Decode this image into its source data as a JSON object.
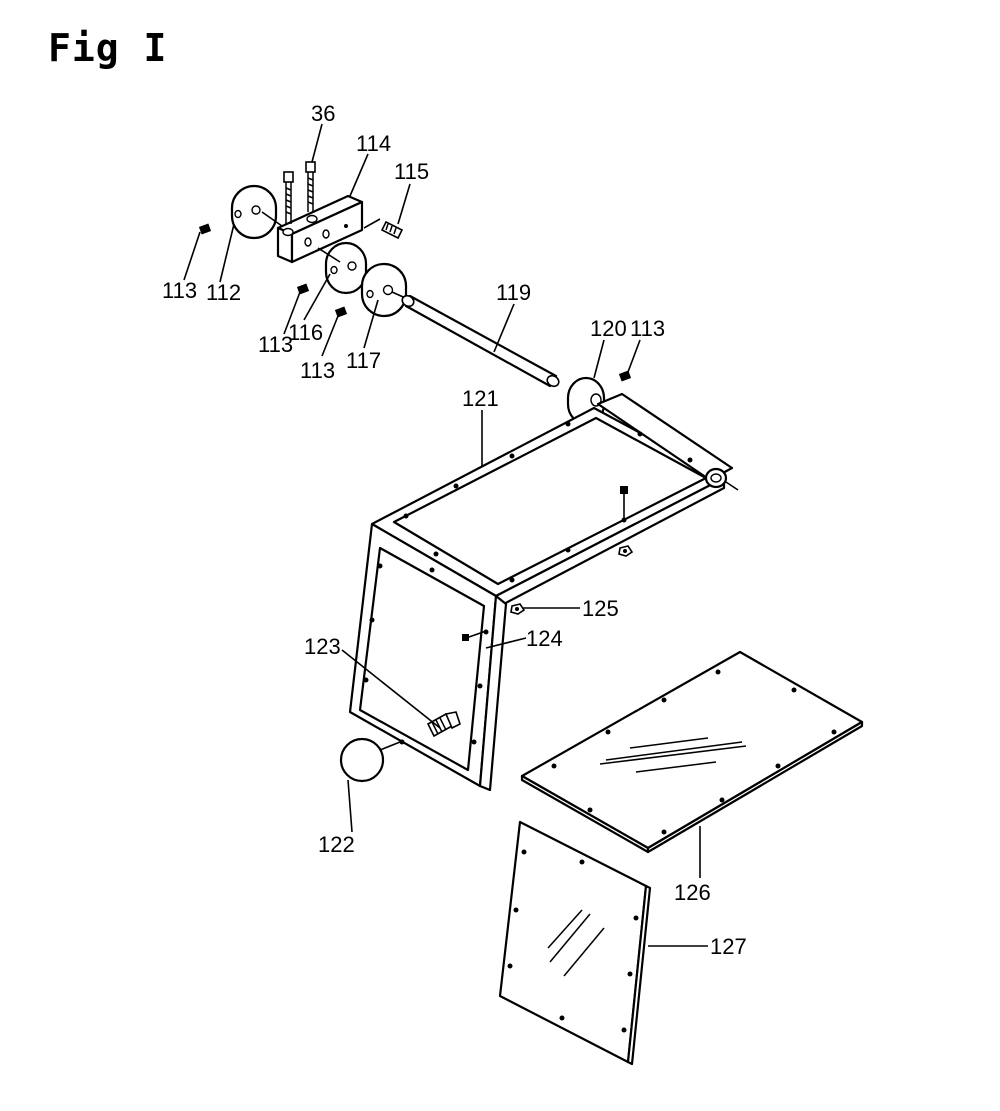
{
  "title": "Fig I",
  "callouts": [
    {
      "id": "36",
      "text": "36"
    },
    {
      "id": "114",
      "text": "114"
    },
    {
      "id": "115",
      "text": "115"
    },
    {
      "id": "113a",
      "text": "113"
    },
    {
      "id": "112",
      "text": "112"
    },
    {
      "id": "113b",
      "text": "113"
    },
    {
      "id": "116",
      "text": "116"
    },
    {
      "id": "113c",
      "text": "113"
    },
    {
      "id": "117",
      "text": "117"
    },
    {
      "id": "119",
      "text": "119"
    },
    {
      "id": "120",
      "text": "120"
    },
    {
      "id": "113d",
      "text": "113"
    },
    {
      "id": "121",
      "text": "121"
    },
    {
      "id": "125",
      "text": "125"
    },
    {
      "id": "124",
      "text": "124"
    },
    {
      "id": "123",
      "text": "123"
    },
    {
      "id": "122",
      "text": "122"
    },
    {
      "id": "126",
      "text": "126"
    },
    {
      "id": "127",
      "text": "127"
    }
  ]
}
